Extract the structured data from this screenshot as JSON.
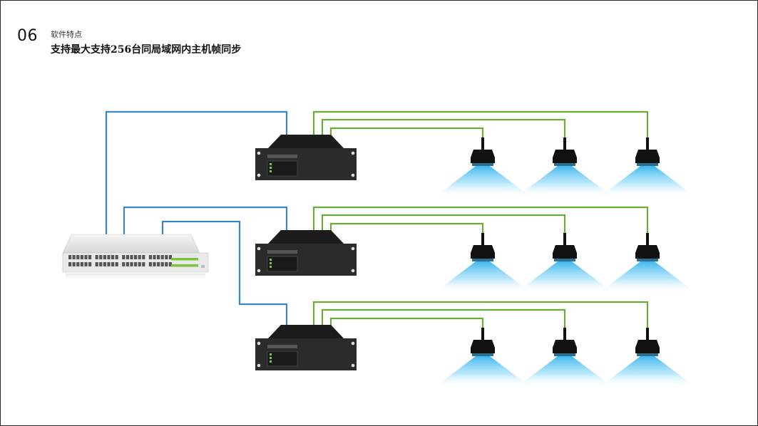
{
  "header": {
    "number": "06",
    "label": "软件特点",
    "title": "支持最大支持256台同局域网内主机帧同步"
  },
  "colors": {
    "switch_link": "#3b84c4",
    "projector_link": "#6aac3a",
    "host_body": "#2b2b2b",
    "projector_body": "#111111",
    "beam": "#35b4ec",
    "switch_port_accent": "#7cc540"
  },
  "diagram": {
    "switch": {
      "icon": "network-switch-icon"
    },
    "hosts": [
      {
        "icon": "media-server-icon",
        "projectors": 3
      },
      {
        "icon": "media-server-icon",
        "projectors": 3
      },
      {
        "icon": "media-server-icon",
        "projectors": 3
      }
    ]
  }
}
